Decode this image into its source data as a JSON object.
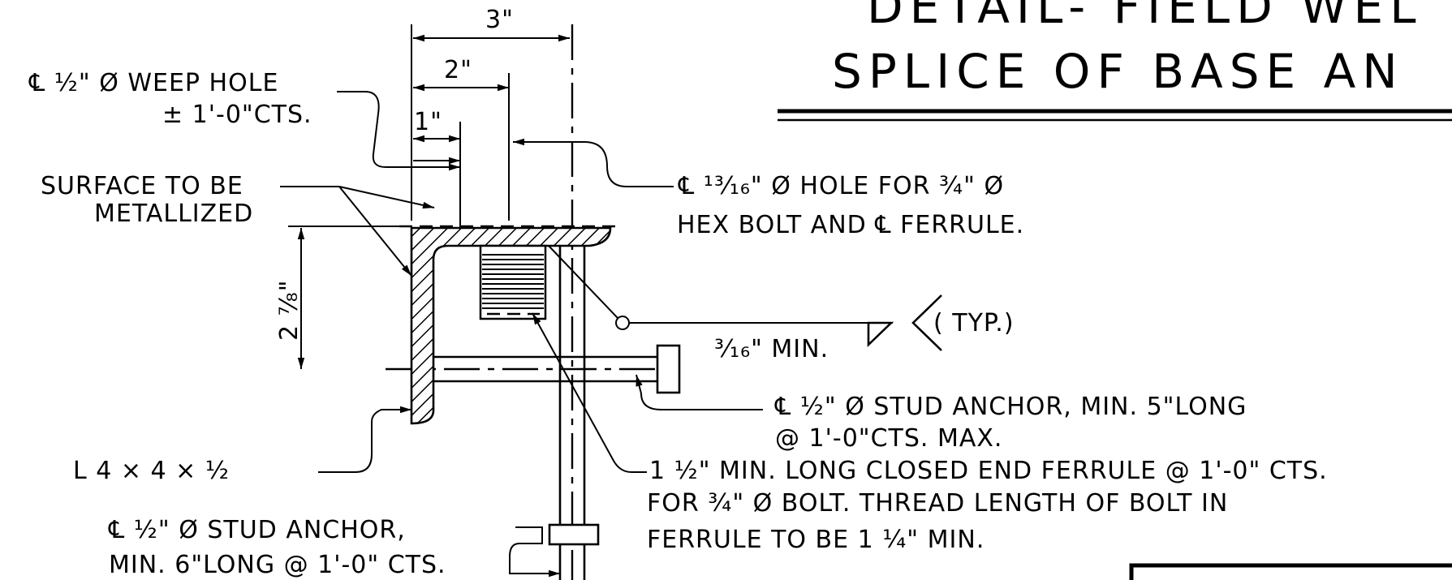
{
  "title": {
    "line1": "DETAIL- FIELD WEL",
    "line2": "SPLICE OF BASE AN"
  },
  "dimensions": {
    "d3": "3\"",
    "d2": "2\"",
    "d1": "1\"",
    "dvert": "2 ⅞\""
  },
  "notes": {
    "weep_line1": "℄ ½\" Ø WEEP HOLE",
    "weep_line2": "± 1'-0\"CTS.",
    "surface_line1": "SURFACE TO BE",
    "surface_line2": "METALLIZED",
    "hole_line1": "℄ ¹³⁄₁₆\" Ø HOLE FOR ¾\" Ø",
    "hole_line2": "HEX BOLT AND ℄ FERRULE.",
    "weld_size": "³⁄₁₆\" MIN.",
    "weld_typ": "( TYP.)",
    "stud5_line1": "℄ ½\" Ø STUD ANCHOR, MIN. 5\"LONG",
    "stud5_line2": "@ 1'-0\"CTS. MAX.",
    "angle": "L 4 × 4 × ½",
    "ferrule_line1": "1 ½\" MIN. LONG CLOSED END FERRULE @ 1'-0\" CTS.",
    "ferrule_line2": "FOR ¾\" Ø BOLT. THREAD LENGTH OF BOLT IN",
    "ferrule_line3": "FERRULE TO BE 1 ¼\" MIN.",
    "stud6_line1": "℄ ½\" Ø STUD ANCHOR,",
    "stud6_line2": "MIN. 6\"LONG @ 1'-0\" CTS."
  }
}
